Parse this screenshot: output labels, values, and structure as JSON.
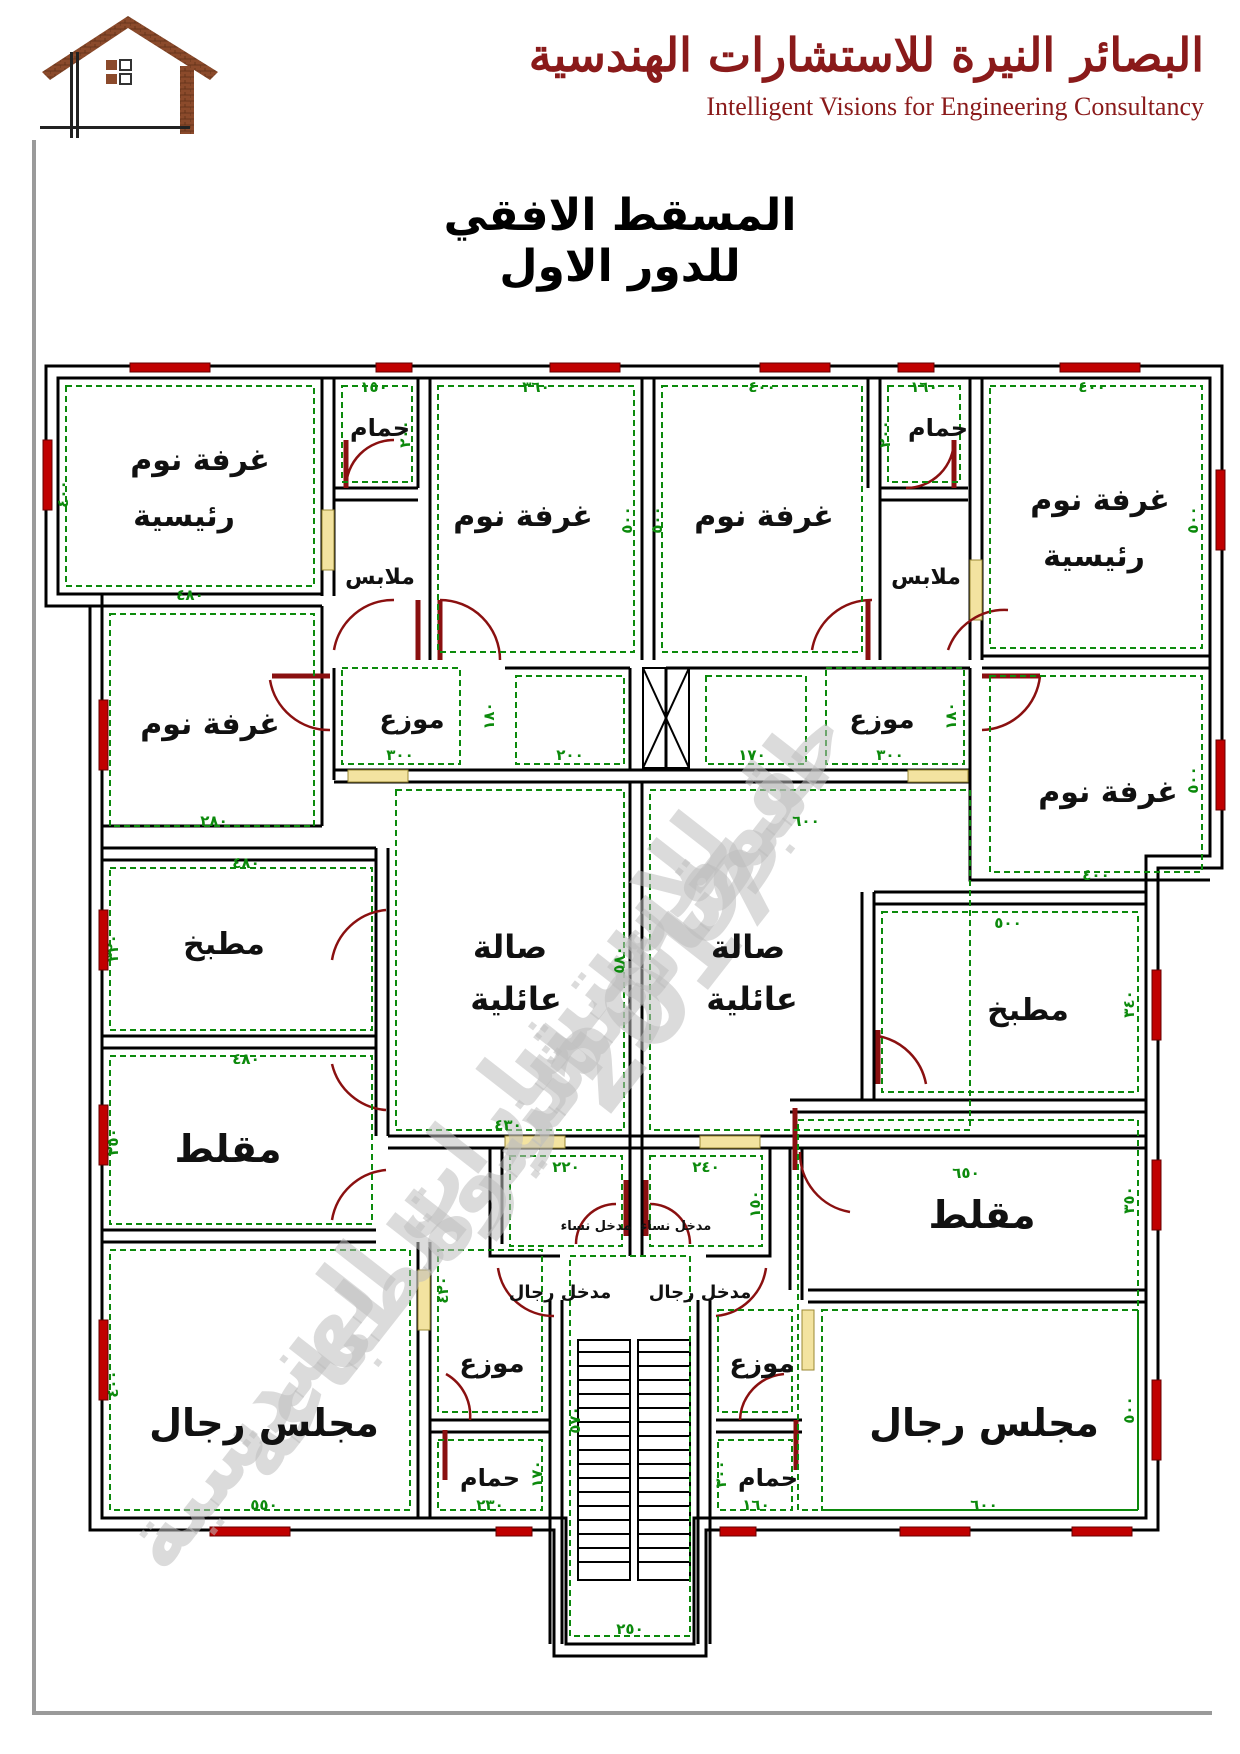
{
  "header": {
    "company_ar": "البصائر النيرة للاستشارات الهندسية",
    "company_en": "Intelligent Visions for Engineering Consultancy",
    "logo_icon": "house-logo-icon",
    "brand_color": "#8a1a1a"
  },
  "plan_title": "المسقط الافقي للدور الاول",
  "watermark": {
    "line1": "البصائر النيرة",
    "line2": "حقوق النشر والطباعة",
    "line3": "للاستشارات الهندسية",
    "year": "2017"
  },
  "rooms": {
    "master_bed_left": "غرفة نوم",
    "master_bed_left_2": "رئيسية",
    "master_bed_right": "غرفة نوم",
    "master_bed_right_2": "رئيسية",
    "bath_top_left": "حمام",
    "bath_top_right": "حمام",
    "closet_left": "ملابس",
    "closet_right": "ملابس",
    "bedroom_1": "غرفة نوم",
    "bedroom_2": "غرفة نوم",
    "bedroom_3": "غرفة نوم",
    "bedroom_4": "غرفة نوم",
    "dist_top_left": "موزع",
    "dist_top_right": "موزع",
    "family_left_1": "صالة",
    "family_left_2": "عائلية",
    "family_right_1": "صالة",
    "family_right_2": "عائلية",
    "kitchen_left": "مطبخ",
    "kitchen_right": "مطبخ",
    "lounge_left": "مقلط",
    "lounge_right": "مقلط",
    "women_entry_left": "مدخل نساء",
    "women_entry_right": "مدخل نساء",
    "men_entry_left": "مدخل رجال",
    "men_entry_right": "مدخل رجال",
    "dist_bottom_left": "موزع",
    "dist_bottom_right": "موزع",
    "majlis_left": "مجلس رجال",
    "majlis_right": "مجلس رجال",
    "bath_bottom_left": "حمام",
    "bath_bottom_right": "حمام"
  },
  "dims": {
    "mbl_w": "٤٨٠",
    "mbl_h": "٤٠٠",
    "bath_tl_w": "١٥٠",
    "bath_tl_h": "٢٠٠",
    "bed1_w": "٣٦٠",
    "bed1_h": "٥٠٠",
    "bed2_w": "٤٠٠",
    "bed2_h": "٥٠٠",
    "bath_tr_w": "١٦٠",
    "bath_tr_h": "٢٠٠",
    "mbr_w": "٤٠٠",
    "mbr_h": "٥٠٠",
    "dist_tl_w": "٣٠٠",
    "dist_tl_h": "١٨٠",
    "corr_l_w": "٢٠٠",
    "corr_r_w": "١٧٠",
    "dist_tr_w": "٣٠٠",
    "dist_tr_h": "١٨٠",
    "bed3_w": "٢٨٠",
    "bed4_w": "٤٠٠",
    "bed4_h": "٥٠٠",
    "kit_l_w": "٤٨٠",
    "kit_l_h": "٣٢٠",
    "fam_l_w": "٤٣٠",
    "fam_r_w": "٦٠٠",
    "fam_h": "٥٨٠",
    "kit_r_w": "٥٠٠",
    "kit_r_h": "٣٤٠",
    "lng_l_w": "٤٨٠",
    "lng_l_h": "٢٥٠",
    "lng_r_w": "٦٥٠",
    "lng_r_h": "٣٥٠",
    "ent_l_w": "٢٢٠",
    "ent_r_w": "٢٤٠",
    "ent_h": "١٥٠",
    "mj_l_w": "٥٥٠",
    "mj_l_h": "٤٠٠",
    "mj_r_w": "٦٠٠",
    "mj_r_h": "٥٠٠",
    "dist_bl_h": "٤٢٠",
    "bath_bl_w": "٢٣٠",
    "bath_bl_h": "١٧٠",
    "bath_br_w": "١٦٠",
    "bath_br_h": "٢٠٠",
    "stair_w": "٢٥٠",
    "stair_h": "٥٧٠"
  },
  "colors": {
    "wall": "#000000",
    "window": "#c00000",
    "door": "#8a1010",
    "dimension": "#0c8a0c",
    "watermark": "#bdbdbd"
  }
}
